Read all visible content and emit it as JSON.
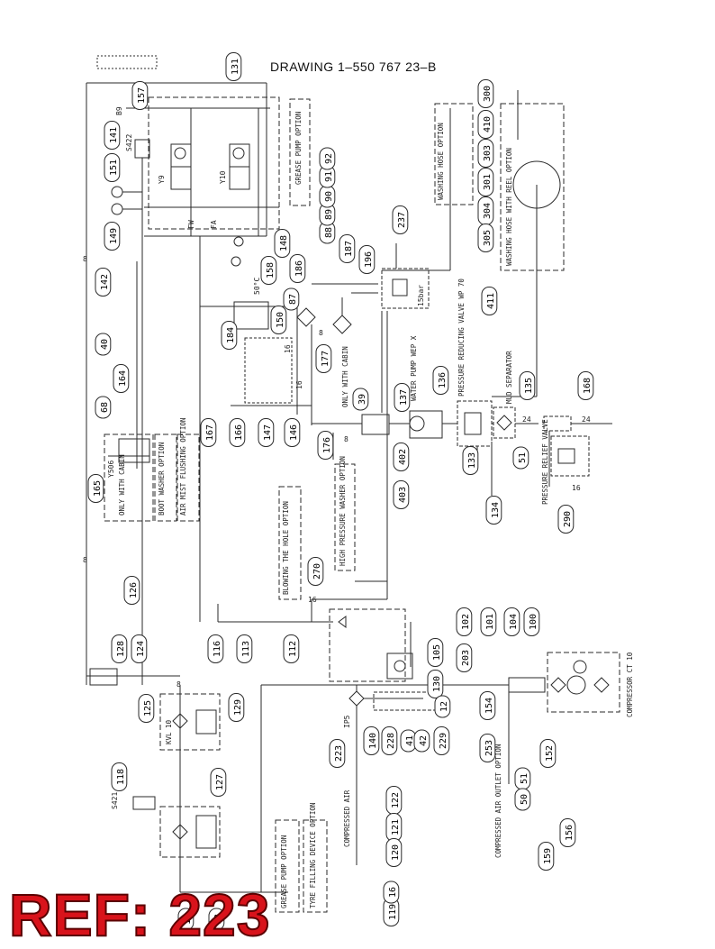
{
  "drawing_title": "DRAWING  1–550 767 23–B",
  "ref_label": "REF: 223",
  "callouts": [
    "131",
    "157",
    "141",
    "151",
    "149",
    "142",
    "40",
    "164",
    "68",
    "165",
    "167",
    "166",
    "147",
    "146",
    "176",
    "184",
    "150",
    "158",
    "148",
    "88",
    "89",
    "90",
    "91",
    "92",
    "187",
    "196",
    "186",
    "87",
    "177",
    "39",
    "237",
    "300",
    "410",
    "303",
    "301",
    "304",
    "305",
    "411",
    "137",
    "136",
    "135",
    "168",
    "402",
    "403",
    "133",
    "51",
    "134",
    "290",
    "270",
    "126",
    "128",
    "124",
    "125",
    "116",
    "113",
    "112",
    "105",
    "130",
    "12",
    "102",
    "101",
    "104",
    "100",
    "203",
    "154",
    "253",
    "152",
    "51",
    "50",
    "159",
    "156",
    "129",
    "127",
    "118",
    "140",
    "228",
    "41",
    "42",
    "229",
    "223",
    "122",
    "121",
    "120",
    "119",
    "16",
    "11",
    "12"
  ],
  "option_labels": {
    "grease_pump_top": "GREASE PUMP OPTION",
    "washing_hose": "WASHING HOSE OPTION",
    "washing_hose_reel": "WASHING HOSE WITH REEL OPTION",
    "only_with_cabin_left": "ONLY WITH CABIN",
    "boot_washer": "BOOT WASHER OPTION",
    "air_mist": "AIR MIST FLUSHING OPTION",
    "only_with_cabin_mid": "ONLY WITH CABIN",
    "high_pressure_washer": "HIGH PRESSURE WASHER OPTION",
    "blowing_hole": "BLOWING THE HOLE OPTION",
    "water_pump": "WATER PUMP WEP X",
    "pressure_reducing": "PRESSURE REDUCING VALVE WP 70",
    "mud_separator": "MUD SEPARATOR",
    "pressure_relief": "PRESSURE RELIEF VALVE",
    "compressor": "COMPRESSOR CT 10",
    "compressed_air_outlet": "COMPRESSED AIR OUTLET OPTION",
    "compressed_air": "COMPRESSED AIR",
    "grease_pump_bottom": "GREASE PUMP OPTION",
    "tyre_filling": "TYRE FILLING DEVICE OPTION",
    "kvl": "KVL 10"
  },
  "small_labels": {
    "b9": "B9",
    "s422": "S422",
    "y9": "Y9",
    "y10": "Y10",
    "fw": "FW",
    "fa": "FA",
    "temp": "50°C",
    "bar": "15bar",
    "y506": "Y506",
    "s421": "S421",
    "ip5": "IP5",
    "n8a": "8",
    "n8b": "8",
    "n8c": "8",
    "n16a": "16",
    "n16b": "16",
    "n16c": "16",
    "n24a": "24",
    "n24b": "24",
    "n8d": "8",
    "n8e": "8",
    "n16d": "16"
  },
  "colors": {
    "line": "#2a2a2a",
    "ref_text": "#d8131b",
    "dash": "#555555"
  }
}
